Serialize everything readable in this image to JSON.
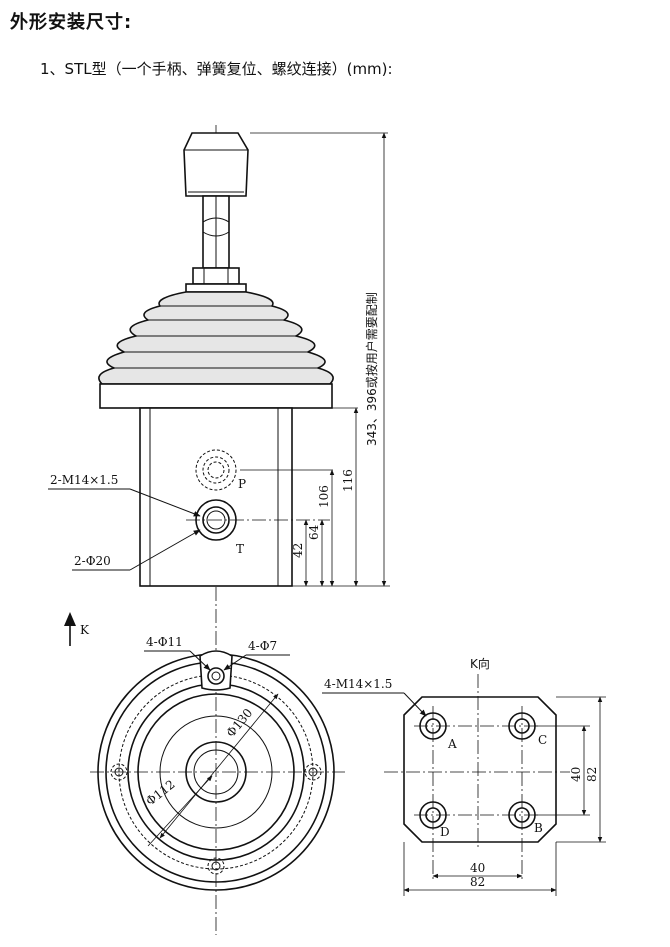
{
  "title": "外形安装尺寸:",
  "subtitle": "1、STL型（一个手柄、弹簧复位、螺纹连接）(mm):",
  "side_view": {
    "port_p": "P",
    "port_t": "T",
    "thread_callout": "2-M14×1.5",
    "diameter_callout": "2-Φ20",
    "dim_42": "42",
    "dim_64": "64",
    "dim_106": "106",
    "dim_116": "116",
    "dim_total": "343、396或按用户需要配制"
  },
  "top_view": {
    "arrow_label": "K",
    "hole_callout_11": "4-Φ11",
    "hole_callout_7": "4-Φ7",
    "dia_130": "Φ130",
    "dia_112": "Φ112"
  },
  "k_view": {
    "title": "K向",
    "thread_callout": "4-M14×1.5",
    "port_a": "A",
    "port_b": "B",
    "port_c": "C",
    "port_d": "D",
    "dim_40_v": "40",
    "dim_82_v": "82",
    "dim_40_h": "40",
    "dim_82_h": "82"
  }
}
